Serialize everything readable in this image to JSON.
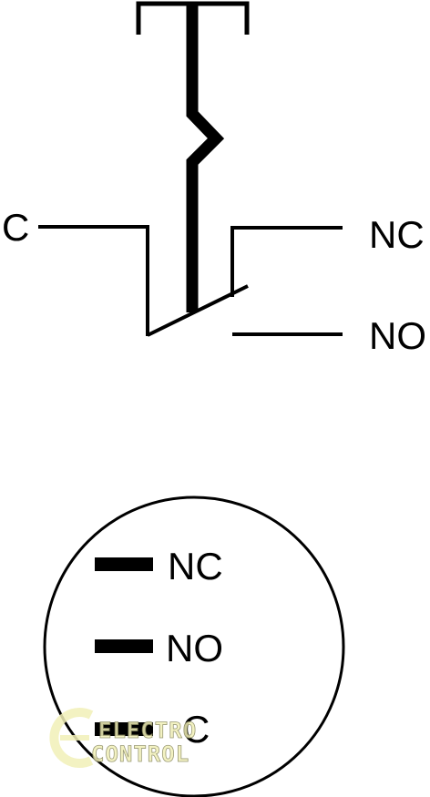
{
  "schematic": {
    "common_label": "C",
    "nc_label": "NC",
    "no_label": "NO"
  },
  "pin_view": {
    "pins": [
      {
        "label": "NC"
      },
      {
        "label": "NO"
      },
      {
        "label": "C"
      }
    ]
  },
  "watermark": {
    "line1": "ELECTRO",
    "line2": "CONTROL"
  },
  "colors": {
    "ink": "#000000",
    "background": "#ffffff",
    "watermark": "#f2f0b8"
  }
}
